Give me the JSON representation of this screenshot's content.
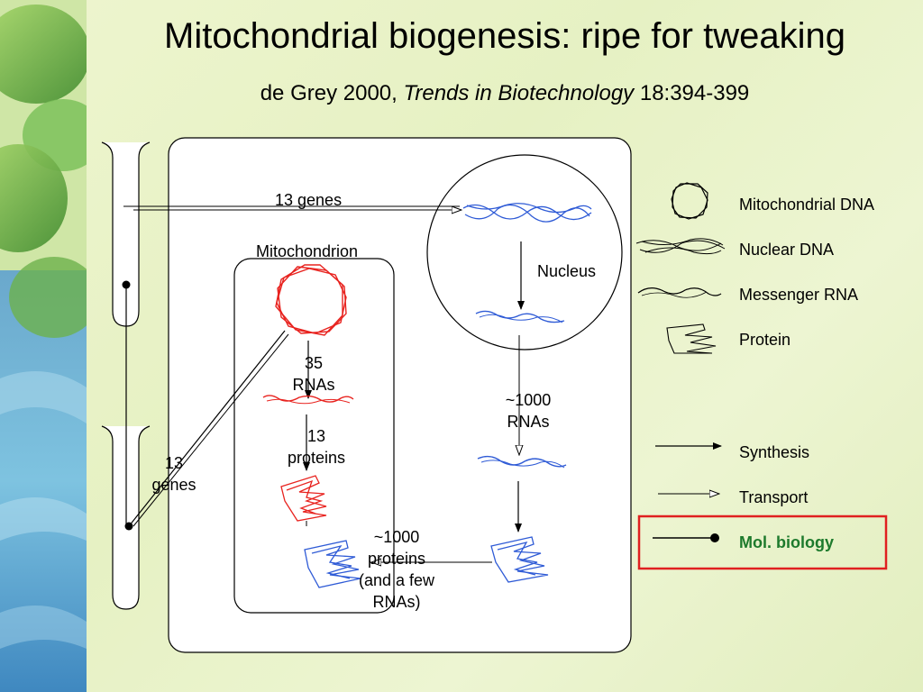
{
  "title": "Mitochondrial biogenesis: ripe for tweaking",
  "citation": {
    "author_year": "de Grey 2000, ",
    "journal": "Trends in Biotechnology",
    "ref": " 18:394-399"
  },
  "diagram": {
    "genes_13_top": "13 genes",
    "mitochondrion": "Mitochondrion",
    "nucleus": "Nucleus",
    "rnas_35": "35\nRNAs",
    "proteins_13": "13\nproteins",
    "genes_13_left": "13\ngenes",
    "rnas_1000": "~1000\nRNAs",
    "proteins_1000": "~1000\nproteins\n(and a few\nRNAs)"
  },
  "legend": {
    "mito_dna": "Mitochondrial DNA",
    "nuclear_dna": "Nuclear DNA",
    "messenger_rna": "Messenger RNA",
    "protein": "Protein",
    "synthesis": "Synthesis",
    "transport": "Transport",
    "mol_biology": "Mol. biology"
  },
  "colors": {
    "mito": "#e8231f",
    "nuclear": "#2f5bd6",
    "highlight_box": "#e02020",
    "mol_bio_text": "#1d7a2c"
  }
}
